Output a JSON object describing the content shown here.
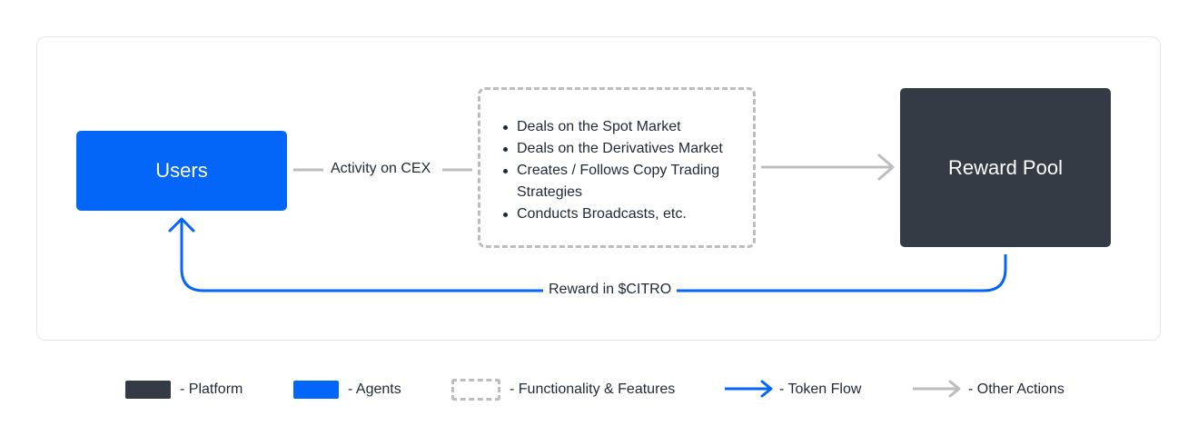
{
  "nodes": {
    "users": "Users",
    "reward_pool": "Reward Pool"
  },
  "features": {
    "items": [
      "Deals on the Spot Market",
      "Deals on the Derivatives Market",
      "Creates / Follows Copy Trading Strategies",
      "Conducts Broadcasts, etc."
    ]
  },
  "edges": {
    "activity": "Activity on CEX",
    "reward": "Reward in $CITRO"
  },
  "legend": {
    "platform": "- Platform",
    "agents": "- Agents",
    "features": "- Functionality & Features",
    "token_flow": "- Token Flow",
    "other_actions": "- Other Actions"
  },
  "colors": {
    "platform": "#343b44",
    "agents": "#0466f9",
    "features_border": "#bdbdbd",
    "token_flow": "#0466f9",
    "other_actions": "#bdbdbd"
  }
}
